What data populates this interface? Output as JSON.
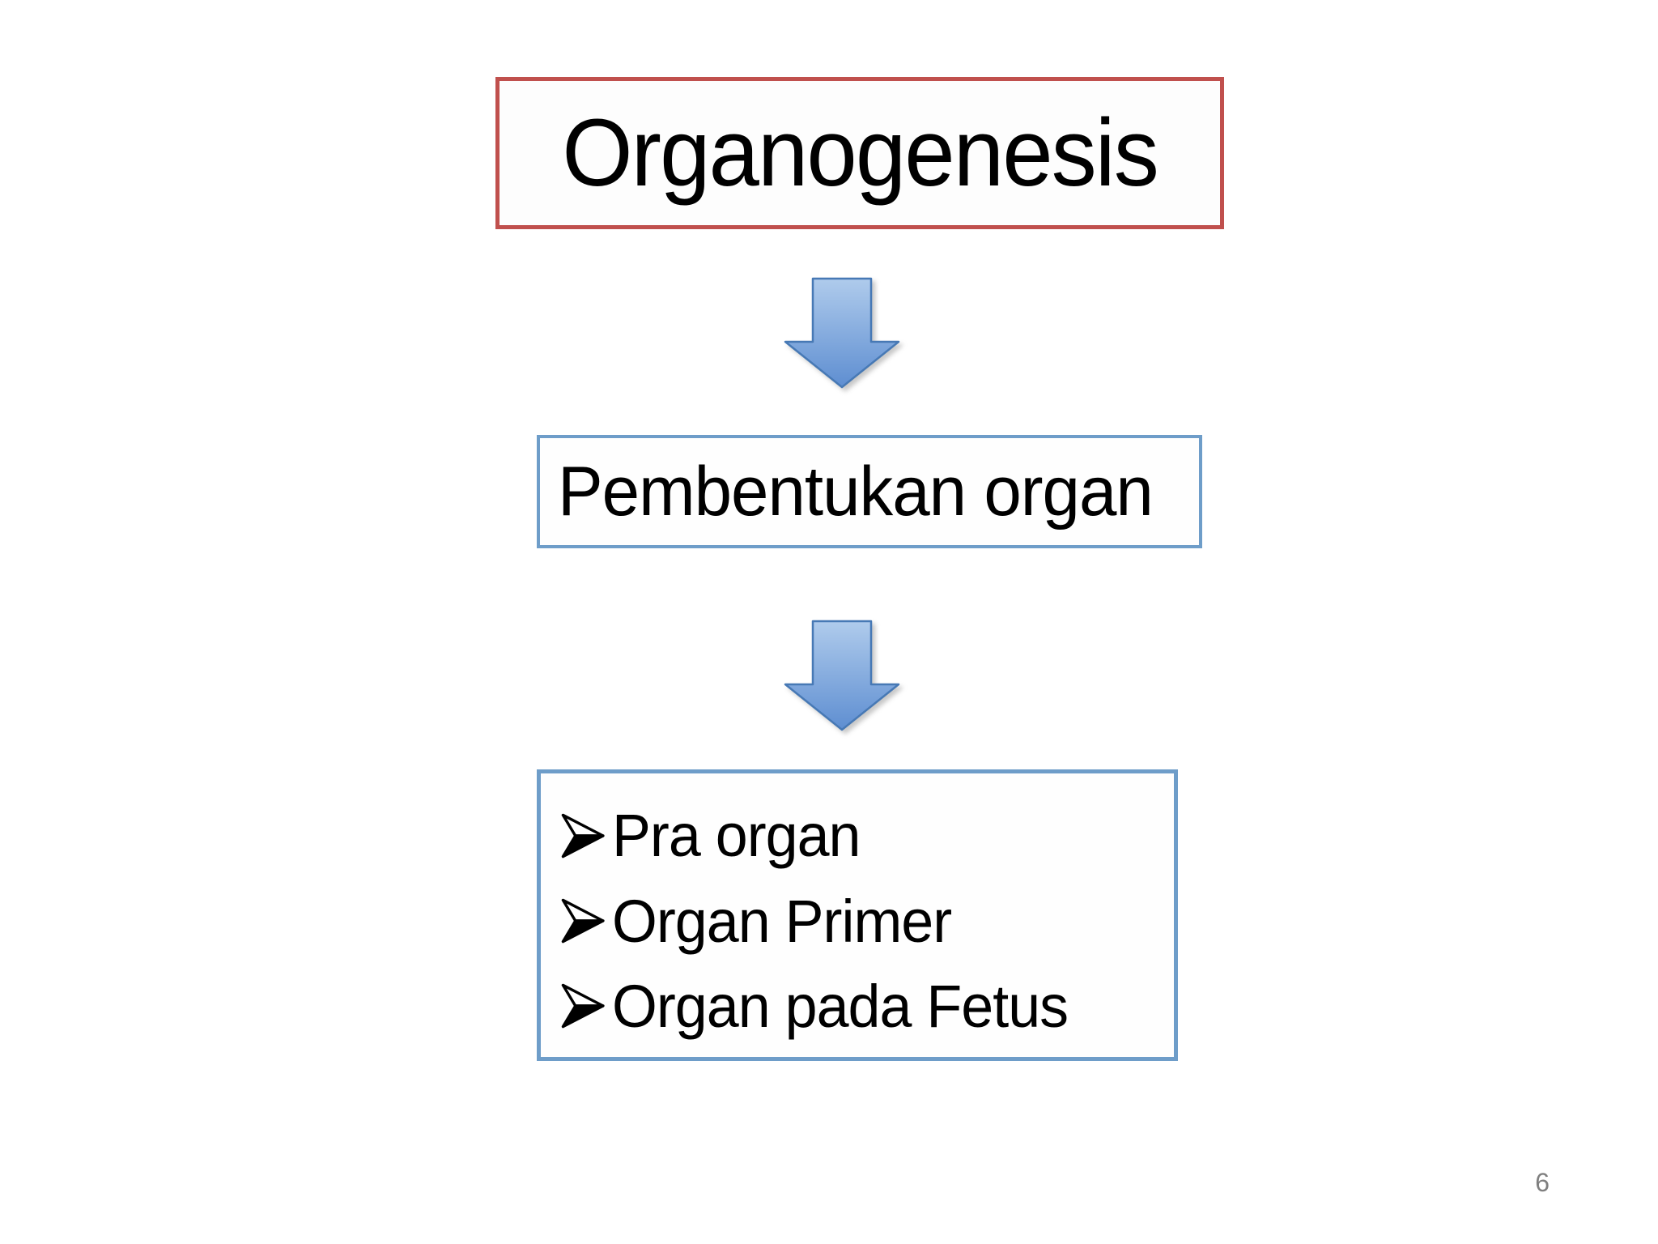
{
  "slide": {
    "title": "Organogenesis",
    "subtitle_box": "Pembentukan organ",
    "bullet_glyph": "➢",
    "bullets": [
      "Pra organ",
      "Organ Primer",
      "Organ pada Fetus"
    ],
    "page_number": "6",
    "colors": {
      "title_border": "#C0504D",
      "box_border": "#6E9DC9",
      "arrow_fill_top": "#AFCBEC",
      "arrow_fill_bottom": "#5E8ED1",
      "arrow_outline": "#4779B5",
      "text_color": "#000000",
      "page_number_color": "#7F7F7F"
    }
  }
}
